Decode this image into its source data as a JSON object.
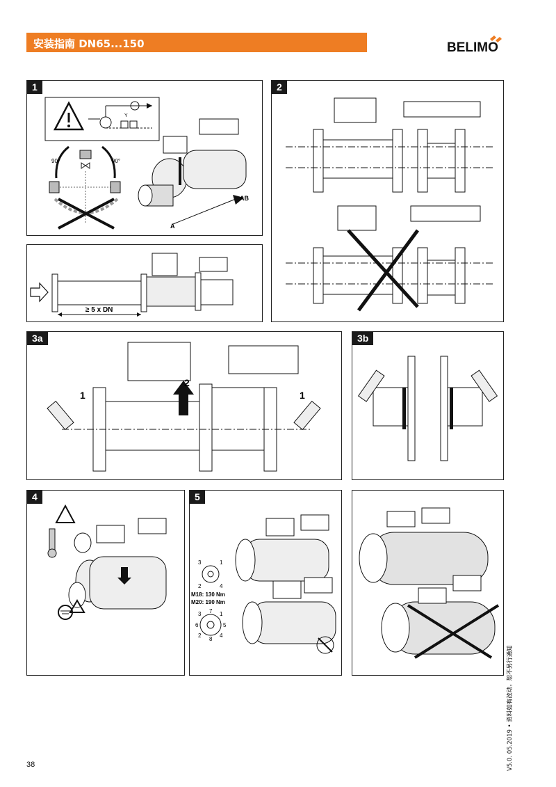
{
  "header": {
    "title": "安装指南  DN65...150"
  },
  "logo": {
    "text": "BELIMO",
    "color": "#ee7d23"
  },
  "colors": {
    "accent": "#ee7d23"
  },
  "panels": {
    "p1": {
      "number": "1",
      "angle_left": "90°",
      "angle_right": "90°",
      "port_a": "A",
      "port_ab": "AB",
      "schema_label": "Y"
    },
    "p_inlet": {
      "distance_label": "≥ 5 x DN"
    },
    "p2": {
      "number": "2"
    },
    "p3a": {
      "number": "3a",
      "step_1_left": "1",
      "step_1_right": "1",
      "step_2": "2"
    },
    "p3b": {
      "number": "3b"
    },
    "p4": {
      "number": "4"
    },
    "p5": {
      "number": "5",
      "pattern4": [
        "1",
        "2",
        "3",
        "4"
      ],
      "pattern8": [
        "1",
        "2",
        "3",
        "4",
        "5",
        "6",
        "7",
        "8"
      ],
      "torque_m18": "M18: 130 Nm",
      "torque_m20": "M20: 190 Nm"
    },
    "p6": {}
  },
  "footer": {
    "page_number": "38",
    "version_note": "V5.0. 05.2019 • 资料如有改动，恕不另行通知"
  }
}
